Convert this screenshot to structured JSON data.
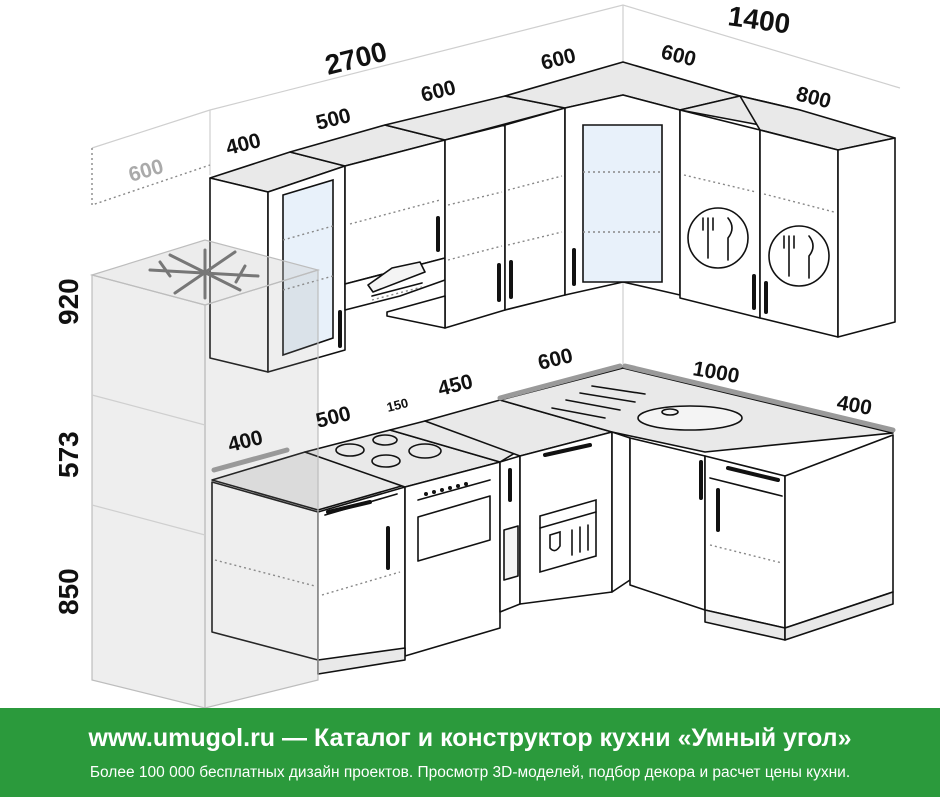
{
  "dimensions": {
    "upper_total_length": "2700",
    "upper_corner_length": "1400",
    "upper_400": "400",
    "upper_500": "500",
    "upper_600_a": "600",
    "upper_600_b": "600",
    "upper_600_c": "600",
    "upper_800": "800",
    "fridge_depth": "600",
    "height_upper": "920",
    "height_gap": "573",
    "height_base": "850",
    "base_400_left": "400",
    "base_500": "500",
    "base_150": "150",
    "base_450": "450",
    "base_600_corner": "600",
    "base_1000": "1000",
    "base_400_right": "400"
  },
  "banner": {
    "headline": "www.umugol.ru — Каталог и конструктор кухни «Умный угол»",
    "subline": "Более 100 000 бесплатных дизайн проектов. Просмотр 3D-моделей, подбор декора и расчет цены кухни."
  },
  "colors": {
    "banner_green": "#2b9a3c",
    "line": "#111111",
    "fridge_ghost": "#bdbdbd"
  }
}
